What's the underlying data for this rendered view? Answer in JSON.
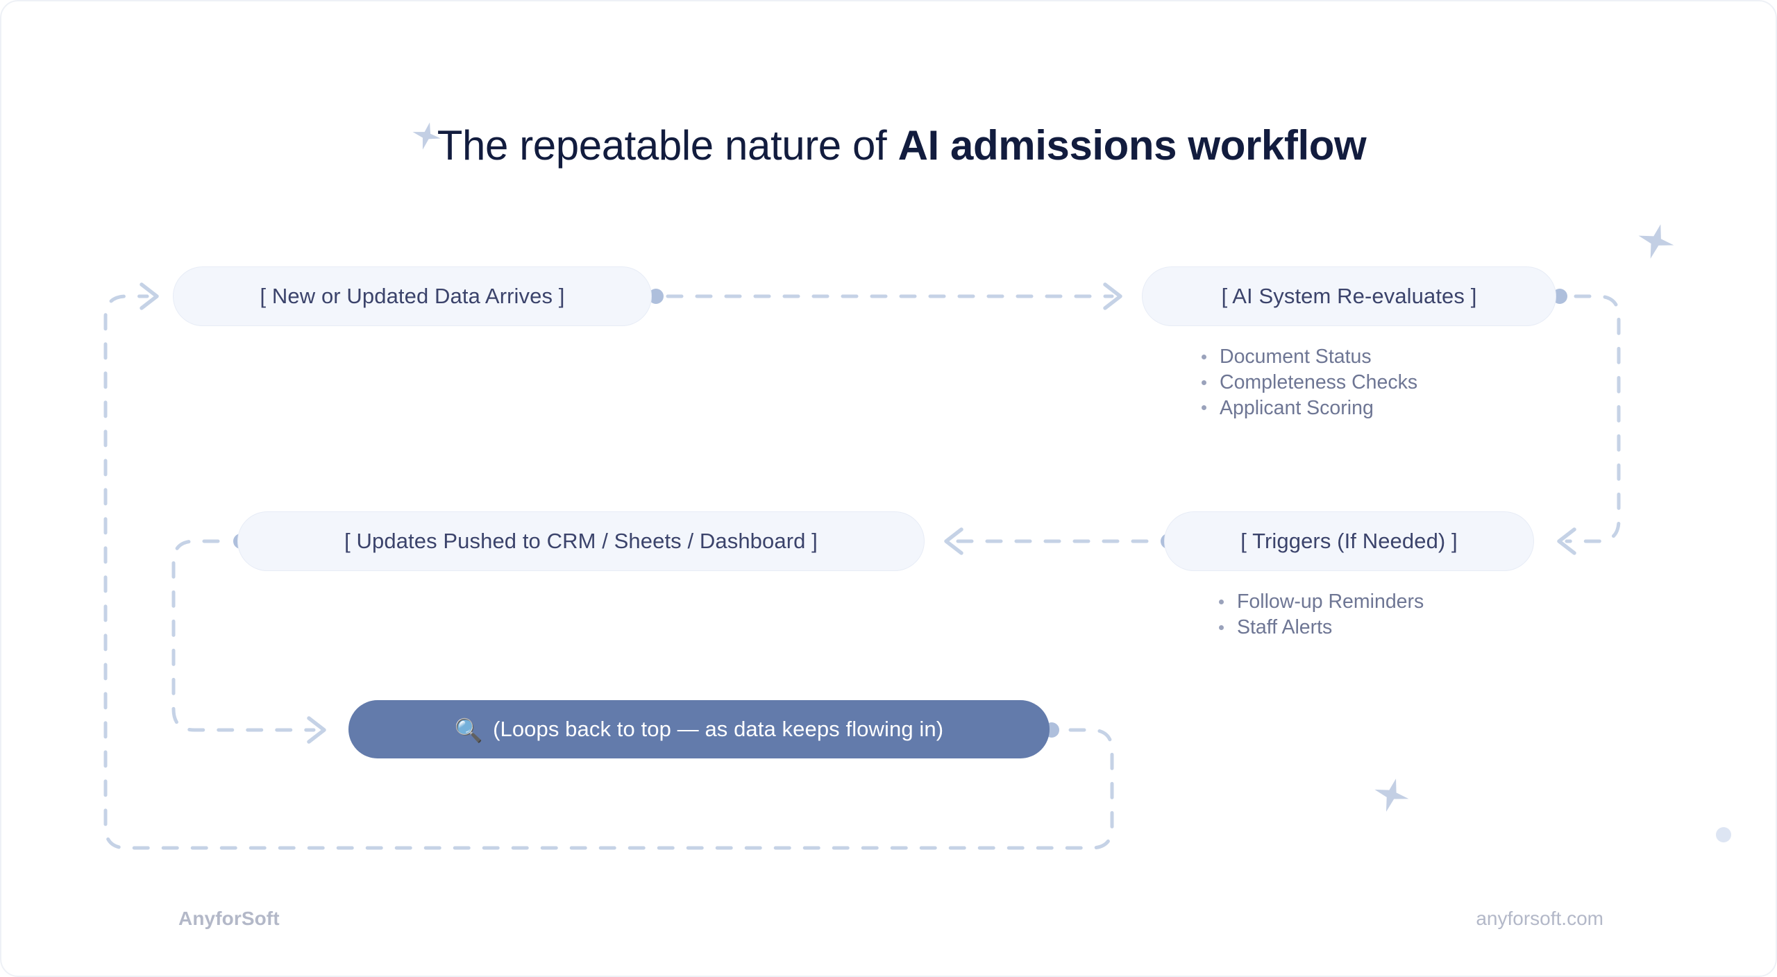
{
  "header": {
    "title_prefix": "The repeatable nature of ",
    "title_emphasis": "AI admissions workflow",
    "star_icon": "sparkle-star-icon"
  },
  "diagram": {
    "nodes": [
      {
        "id": "new",
        "label": "[ New or Updated Data Arrives ]"
      },
      {
        "id": "ai",
        "label": "[ AI System Re-evaluates ]"
      },
      {
        "id": "updates",
        "label": "[ Updates Pushed to CRM / Sheets / Dashboard ]"
      },
      {
        "id": "triggers",
        "label": "[ Triggers (If Needed) ]"
      },
      {
        "id": "loop",
        "label": "(Loops back to top — as data keeps flowing in)",
        "icon": "magnifying-glass-icon",
        "icon_glyph": "🔍",
        "accent": true
      }
    ],
    "ai_bullets": [
      "Document Status",
      "Completeness Checks",
      "Applicant Scoring"
    ],
    "trigger_bullets": [
      "Follow-up Reminders",
      "Staff Alerts"
    ]
  },
  "decor": {
    "star_right": "sparkle-star-icon",
    "star_bottom": "sparkle-star-icon",
    "dot_right": "decorative-dot"
  },
  "footer": {
    "brand": "AnyforSoft",
    "website": "anyforsoft.com"
  },
  "colors": {
    "background": "#ffffff",
    "node_fill": "#f3f6fc",
    "node_border": "#e7ecf6",
    "node_text": "#3b436b",
    "accent_fill": "#637bab",
    "accent_text": "#ffffff",
    "title_text": "#121c3e",
    "bullet_text": "#6e7694",
    "wire": "#c5d2e6",
    "connector_dot": "#aebfdc",
    "footer_text": "#b3b8c8",
    "decor_star": "#c3cfe4"
  }
}
